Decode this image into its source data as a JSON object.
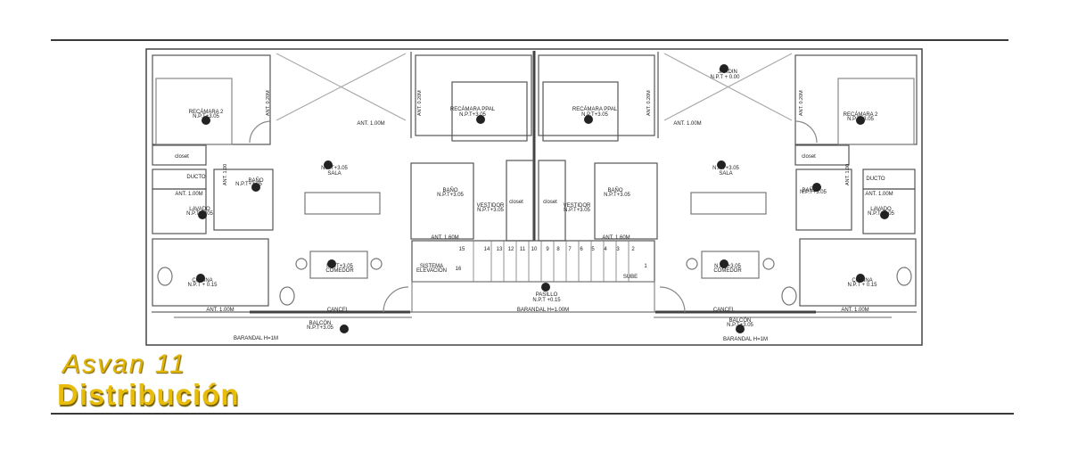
{
  "title": {
    "line1": "Asvan 11",
    "line2": "Distribución"
  },
  "colors": {
    "accent": "#e8bc0a",
    "line": "#3a3a3a",
    "wall": "#555555"
  },
  "labels": {
    "jardin": "JARDIN",
    "npt_000": "N.P.T + 0.00",
    "recamara2": "RECÁMARA 2",
    "recamara_ppal": "RECÁMARA PPAL",
    "npt_305": "N.P.T+3.05",
    "closet": "closet",
    "sala": "SALA",
    "bano": "BAÑO",
    "vestidor": "VESTIDOR",
    "ducto": "DUCTO",
    "lavado": "LAVADO",
    "comedor": "COMEDOR",
    "cocina": "COCINA",
    "npt_015": "N.P.T + 0.15",
    "npt_015b": "N.P.T +0.15",
    "pasillo": "PASILLO",
    "balcon": "BALCÓN",
    "ant_100": "ANT. 1.00M",
    "ant_100s": "ANT. 1.00M",
    "ant_160": "ANT. 1.60M",
    "ant_020": "ANT. 0.20M",
    "ant_100v": "ANT. 1.00",
    "cancel": "CANCEL",
    "barandal": "BARANDAL H=1.00M",
    "barandal_short": "BARANDAL H=1M",
    "sistema": "SISTEMA",
    "elevacion": "ELEVACIÓN",
    "sube": "SUBE"
  },
  "stair_numbers": [
    "16",
    "15",
    "14",
    "13",
    "12",
    "11",
    "10",
    "9",
    "8",
    "7",
    "6",
    "5",
    "4",
    "3",
    "2",
    "1"
  ]
}
